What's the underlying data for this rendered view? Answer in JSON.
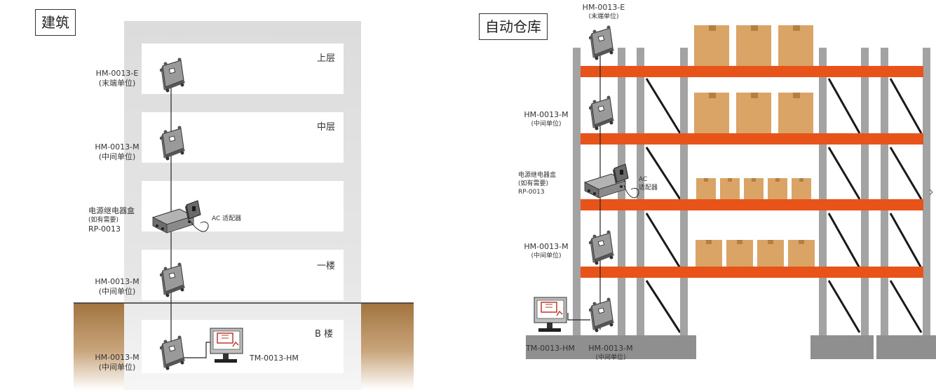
{
  "building": {
    "title": "建筑",
    "floors": {
      "upper": "上层",
      "middle": "中层",
      "first": "一楼",
      "basement": "B 楼"
    },
    "labels": {
      "end_model": "HM-0013-E",
      "end_sub": "(末端单位)",
      "mid1_model": "HM-0013-M",
      "mid1_sub": "(中间单位)",
      "relay_name": "电源继电器盒",
      "relay_sub": "(如有需要)",
      "relay_model": "RP-0013",
      "adapter": "AC 适配器",
      "mid2_model": "HM-0013-M",
      "mid2_sub": "(中间单位)",
      "mid3_model": "HM-0013-M",
      "mid3_sub": "(中间单位)",
      "terminal": "TM-0013-HM"
    }
  },
  "warehouse": {
    "title": "自动仓库",
    "labels": {
      "end_model": "HM-0013-E",
      "end_sub": "(末端单位)",
      "mid1_model": "HM-0013-M",
      "mid1_sub": "(中间单位)",
      "relay_name": "电源继电器盒",
      "relay_sub": "(如有需要)",
      "relay_model": "RP-0013",
      "adapter_a": "AC",
      "adapter_b": "适配器",
      "mid2_model": "HM-0013-M",
      "mid2_sub": "(中间单位)",
      "terminal": "TM-0013-HM",
      "mid3_model": "HM-0013-M",
      "mid3_sub": "(中间单位)"
    }
  },
  "colors": {
    "wall": "#dcdcdc",
    "ground": "#a97c4e",
    "rack_post": "#a3a3a3",
    "rack_beam": "#e8531a",
    "box": "#d9a465",
    "base": "#8f8f8f"
  }
}
